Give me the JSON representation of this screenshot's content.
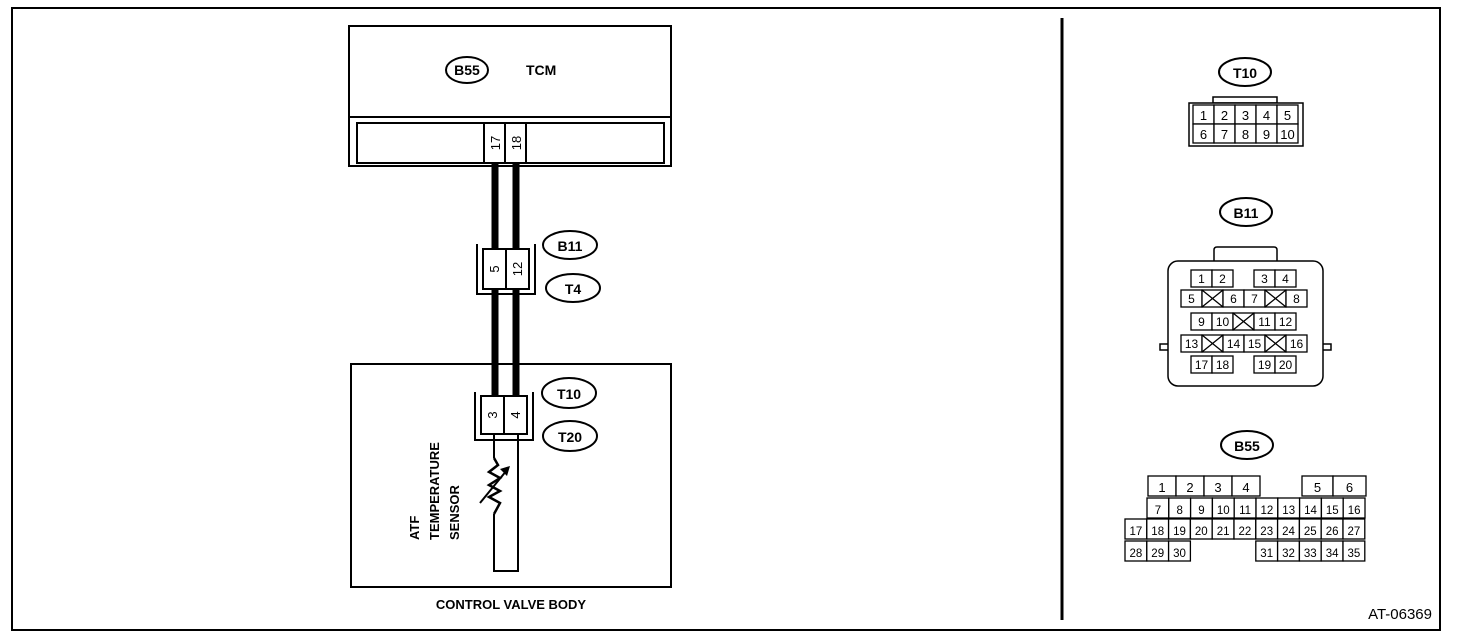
{
  "tcm": {
    "connector_id": "B55",
    "label": "TCM",
    "pins": [
      "17",
      "18"
    ]
  },
  "junction": {
    "connector_ids": [
      "B11",
      "T4"
    ],
    "pins": [
      "5",
      "12"
    ]
  },
  "sensor": {
    "connector_ids": [
      "T10",
      "T20"
    ],
    "pins": [
      "3",
      "4"
    ],
    "label_lines": [
      "ATF",
      "TEMPERATURE",
      "SENSOR"
    ]
  },
  "control_valve_body_label": "CONTROL VALVE BODY",
  "figure_id": "AT-06369",
  "connector_views": {
    "t10": {
      "label": "T10",
      "rows": [
        [
          "1",
          "2",
          "3",
          "4",
          "5"
        ],
        [
          "6",
          "7",
          "8",
          "9",
          "10"
        ]
      ]
    },
    "b11": {
      "label": "B11",
      "rows": [
        [
          "1",
          "2",
          "3",
          "4"
        ],
        [
          "5",
          "6",
          "7",
          "8"
        ],
        [
          "9",
          "10",
          "11",
          "12"
        ],
        [
          "13",
          "14",
          "15",
          "16"
        ],
        [
          "17",
          "18",
          "19",
          "20"
        ]
      ]
    },
    "b55": {
      "label": "B55",
      "rows": [
        [
          "1",
          "2",
          "3",
          "4",
          "5",
          "6"
        ],
        [
          "7",
          "8",
          "9",
          "10",
          "11",
          "12",
          "13",
          "14",
          "15",
          "16"
        ],
        [
          "17",
          "18",
          "19",
          "20",
          "21",
          "22",
          "23",
          "24",
          "25",
          "26",
          "27"
        ],
        [
          "28",
          "29",
          "30",
          "31",
          "32",
          "33",
          "34",
          "35"
        ]
      ]
    }
  }
}
